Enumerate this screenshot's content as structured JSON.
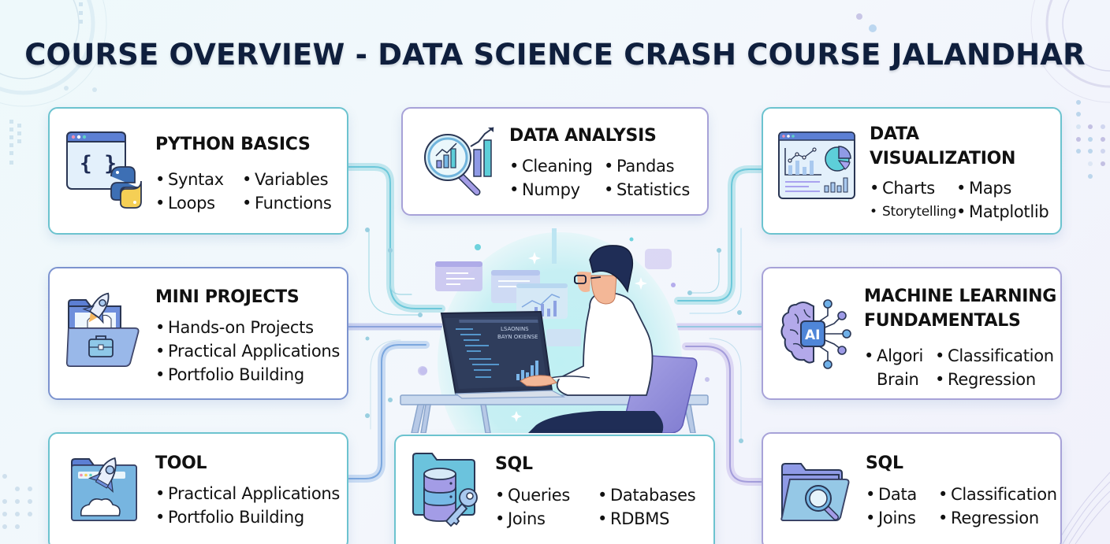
{
  "title": "COURSE OVERVIEW - DATA SCIENCE CRASH COURSE JALANDHAR",
  "colors": {
    "title": "#0f1f3d",
    "teal_border": "#6cc3cf",
    "purple_border": "#a7a2d8",
    "blue_border": "#7c93cf",
    "background": "#eef6fb"
  },
  "cards": {
    "python": {
      "title": "PYTHON BASICS",
      "icon": "python-code-window-icon",
      "items": [
        "Syntax",
        "Variables",
        "Loops",
        "Functions"
      ]
    },
    "analysis": {
      "title": "DATA ANALYSIS",
      "icon": "magnifier-bar-chart-icon",
      "items": [
        "Cleaning",
        "Pandas",
        "Numpy",
        "Statistics"
      ]
    },
    "visualization": {
      "title_line1": "DATA",
      "title_line2": "VISUALIZATION",
      "icon": "dashboard-charts-icon",
      "items": [
        "Charts",
        "Maps",
        "Storytelling",
        "Matplotlib"
      ]
    },
    "projects": {
      "title": "MINI PROJECTS",
      "icon": "folder-rocket-briefcase-icon",
      "items": [
        "Hands-on Projects",
        "Practical Applications",
        "Portfolio Building"
      ]
    },
    "ml": {
      "title_line1": "MACHINE LEARNING",
      "title_line2": "FUNDAMENTALS",
      "icon": "ai-brain-icon",
      "items": [
        "Algori",
        "Classification",
        "Brain",
        "Regression"
      ]
    },
    "tool": {
      "title": "TOOL",
      "icon": "folder-rocket-launch-icon",
      "items": [
        "Practical Applications",
        "Portfolio Building"
      ]
    },
    "sql_center": {
      "title": "SQL",
      "icon": "database-key-icon",
      "items": [
        "Queries",
        "Databases",
        "Joins",
        "RDBMS"
      ]
    },
    "sql_right": {
      "title": "SQL",
      "icon": "folder-search-icon",
      "items": [
        "Data",
        "Classification",
        "Joins",
        "Regression"
      ]
    }
  },
  "illustration": {
    "screen_text_line1": "LSAONINS",
    "screen_text_line2": "BAYN OKIENSE"
  }
}
